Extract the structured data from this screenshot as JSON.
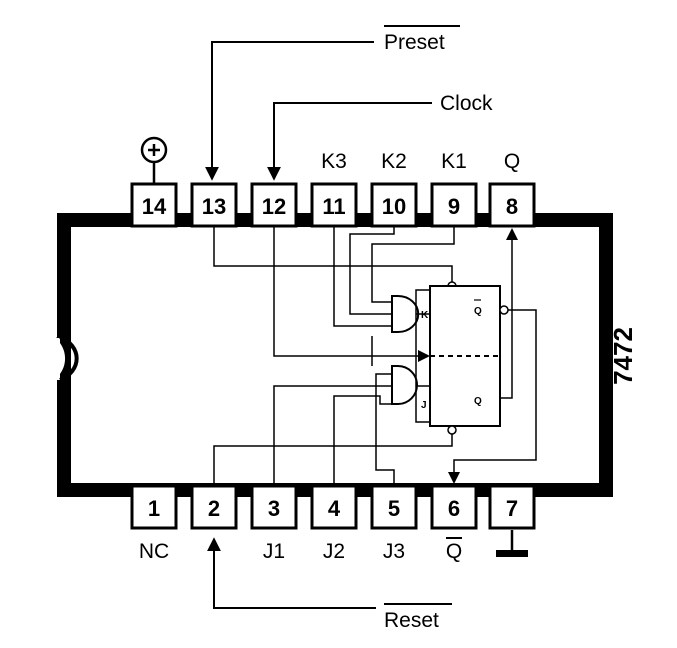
{
  "title": "",
  "chip": {
    "part_number": "7472"
  },
  "signals": {
    "preset": "Preset",
    "clock": "Clock",
    "reset": "Reset",
    "plus_symbol": "+"
  },
  "top_pins": [
    {
      "number": "14",
      "label": ""
    },
    {
      "number": "13",
      "label": ""
    },
    {
      "number": "12",
      "label": ""
    },
    {
      "number": "11",
      "label": "K3"
    },
    {
      "number": "10",
      "label": "K2"
    },
    {
      "number": "9",
      "label": "K1"
    },
    {
      "number": "8",
      "label": "Q"
    }
  ],
  "bottom_pins": [
    {
      "number": "1",
      "label": "NC"
    },
    {
      "number": "2",
      "label": ""
    },
    {
      "number": "3",
      "label": "J1"
    },
    {
      "number": "4",
      "label": "J2"
    },
    {
      "number": "5",
      "label": "J3"
    },
    {
      "number": "6",
      "label": "Q"
    },
    {
      "number": "7",
      "label": ""
    }
  ],
  "flipflop": {
    "k_label": "K",
    "j_label": "J",
    "qbar_label": "Q",
    "q_label": "Q"
  }
}
